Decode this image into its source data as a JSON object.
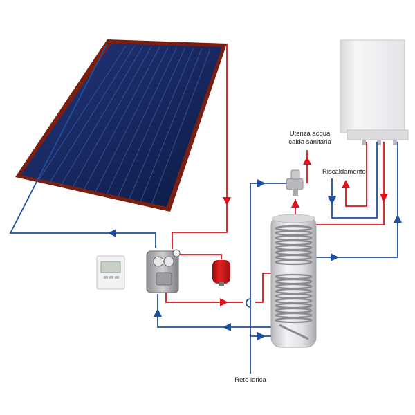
{
  "labels": {
    "hot_water_line1": "Utenza acqua",
    "hot_water_line2": "calda sanitaria",
    "heating": "Riscaldamento",
    "mains": "Rete idrica"
  },
  "colors": {
    "hot": "#e2111b",
    "cold": "#1f4fa0",
    "panel_frame": "#7a1f10",
    "panel_glass": "#14245a",
    "tank": "#e8e8ea",
    "expansion_vessel": "#d01818",
    "boiler": "#f0f0f2"
  },
  "components": [
    {
      "id": "solar-collector",
      "icon": "solar-panel-icon"
    },
    {
      "id": "solar-controller",
      "icon": "thermostat-icon"
    },
    {
      "id": "pump-station",
      "icon": "pump-icon"
    },
    {
      "id": "expansion-vessel",
      "icon": "vessel-icon"
    },
    {
      "id": "storage-tank",
      "icon": "boiler-tank-icon"
    },
    {
      "id": "thermostatic-mixer",
      "icon": "mixing-valve-icon"
    },
    {
      "id": "wall-boiler",
      "icon": "gas-boiler-icon"
    }
  ]
}
